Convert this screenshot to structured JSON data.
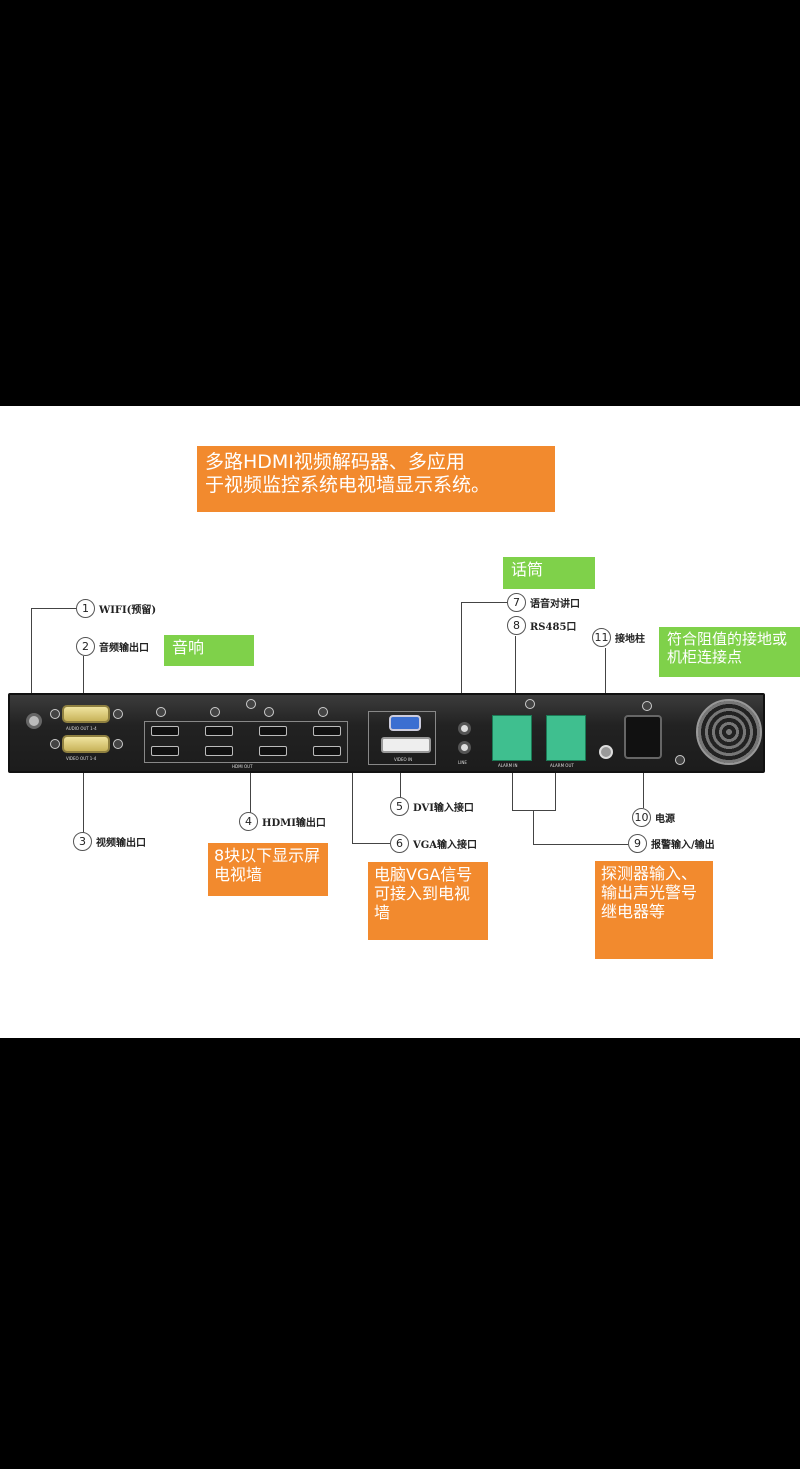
{
  "title": {
    "line1": "多路HDMI视频解码器、多应用",
    "line2": "于视频监控系统电视墙显示系统。"
  },
  "green_labels": {
    "mic": "话筒",
    "speaker": "音响",
    "ground": "符合阻值的接地或机柜连接点"
  },
  "callouts": [
    {
      "num": "1",
      "label": "WIFI(预留)"
    },
    {
      "num": "2",
      "label": "音频输出口"
    },
    {
      "num": "3",
      "label": "视频输出口"
    },
    {
      "num": "4",
      "label": "HDMI输出口"
    },
    {
      "num": "5",
      "label": "DVI输入接口"
    },
    {
      "num": "6",
      "label": "VGA输入接口"
    },
    {
      "num": "7",
      "label": "语音对讲口"
    },
    {
      "num": "8",
      "label": "RS485口"
    },
    {
      "num": "9",
      "label": "报警输入/输出"
    },
    {
      "num": "10",
      "label": "电源"
    },
    {
      "num": "11",
      "label": "接地柱"
    }
  ],
  "notes": {
    "hdmi": "8块以下显示屏电视墙",
    "vga": "电脑VGA信号可接入到电视墙",
    "alarm": "探测器输入、输出声光警号继电器等"
  },
  "panel_text": {
    "audio_out": "AUDIO OUT 1-4",
    "video_out": "VIDEO OUT 1-4",
    "hdmi_out": "HDMI OUT",
    "video_in": "VIDEO IN",
    "alarm_in": "ALARM IN",
    "alarm_out": "ALARM OUT",
    "line": "LINE"
  },
  "colors": {
    "orange": "#f28a2e",
    "green": "#7fd14a",
    "device": "#222222"
  }
}
